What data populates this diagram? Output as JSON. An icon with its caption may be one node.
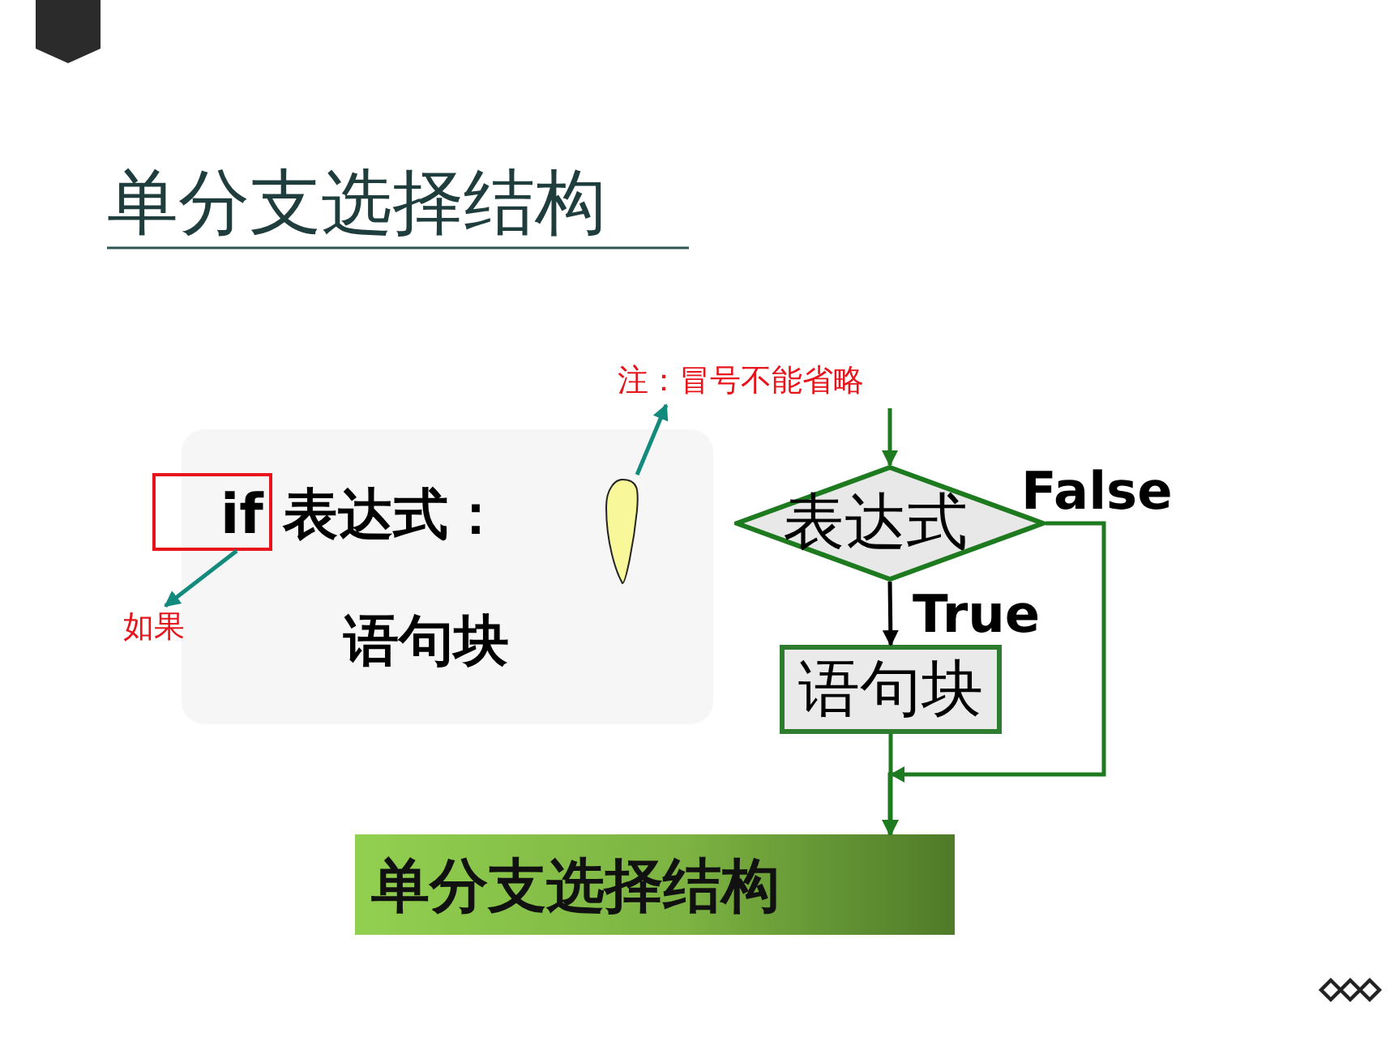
{
  "diagram": {
    "title": "单分支选择结构",
    "nodes": [
      {
        "text": [
          "if  表达式：",
          "语句块"
        ]
      },
      {
        "text": [],
        "shape": "box"
      },
      {
        "text": [
          "如果"
        ]
      },
      {
        "text": [],
        "shape": "leaf",
        "in": 0
      },
      {
        "text": [
          "注：冒号不能省略"
        ]
      },
      {
        "text": [
          "表达式"
        ]
      },
      {
        "text": [
          "语句块"
        ]
      },
      {
        "text": [
          "单分支选择结构"
        ]
      }
    ],
    "edges": [
      {
        "from": 1,
        "to": 2,
        "arrow": "to",
        "color": "#138a7e"
      },
      {
        "from": 3,
        "to": 4,
        "arrow": "to",
        "color": "#138a7e"
      },
      {
        "from": 4,
        "to": 5,
        "arrow": "to"
      },
      {
        "from": 5,
        "to": 6,
        "arrow": "to",
        "label": "True",
        "color": "#000000"
      },
      {
        "from": 5,
        "to": 7,
        "arrow": "to",
        "label": "False"
      },
      {
        "from": 6,
        "to": 7,
        "arrow": "to"
      }
    ]
  }
}
